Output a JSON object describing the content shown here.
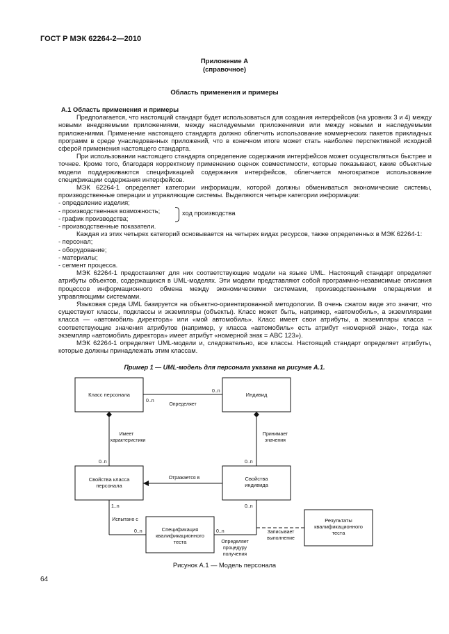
{
  "header": {
    "standard": "ГОСТ Р МЭК 62264-2—2010"
  },
  "appendix": {
    "title": "Приложение А",
    "subtitle": "(справочное)"
  },
  "section_title": "Область применения и примеры",
  "subsection_title": "А.1 Область применения и примеры",
  "paragraphs": {
    "p1": "Предполагается, что настоящий стандарт будет использоваться для создания интерфейсов (на уровнях 3 и 4) между новыми внедряемыми приложениями, между наследуемыми приложениями или между новыми и наследуемыми приложениями. Применение настоящего стандарта должно облегчить использование коммерческих пакетов прикладных программ в среде унаследованных приложений, что в конечном итоге может стать наиболее перспективной исходной сферой применения настоящего стандарта.",
    "p2": "При использовании настоящего стандарта определение содержания интерфейсов может осуществляться быстрее и точнее. Кроме того, благодаря корректному применению оценок совместимости, которые показывают, какие объектные модели поддерживаются спецификацией содержания интерфейсов, облегчается многократное использование спецификации содержания интерфейсов.",
    "p3": "МЭК 62264-1 определяет категории информации, которой должны обмениваться экономические системы, производственные операции и управляющие системы. Выделяются четыре категории информации:",
    "p4": "Каждая из этих четырех категорий основывается на четырех видах ресурсов, также определенных в МЭК 62264-1:",
    "p5": "МЭК 62264-1 предоставляет для них соответствующие модели на языке UML. Настоящий стандарт определяет атрибуты объектов, содержащихся в UML-моделях. Эти модели представляют собой программно-независимые описания процессов информационного обмена между экономическими системами, производственными операциями и управляющими системами.",
    "p6": "Языковая среда UML базируется на объектно-ориентированной методологии. В очень сжатом виде это значит, что существуют классы, подклассы и экземпляры (объекты). Класс может быть, например, «автомобиль», а экземплярами класса — «автомобиль директора» или «мой автомобиль». Класс имеет свои атрибуты, а экземпляры класса – соответствующие значения атрибутов (например, у класса «автомобиль» есть атрибут «номерной знак», тогда как экземпляр «автомобиль директора» имеет атрибут «номерной знак = АВС 123»).",
    "p7": "МЭК 62264-1 определяет UML-модели и, следовательно, все классы. Настоящий стандарт определяет атрибуты, которые должны принадлежать этим классам."
  },
  "list_categories": [
    "- определение изделия;",
    "- производственная возможность;",
    "- график производства;",
    "- производственные показатели."
  ],
  "bracket_label": "ход производства",
  "list_resources": [
    "- персонал;",
    "- оборудование;",
    "- материалы;",
    "- сегмент процесса."
  ],
  "example_caption": "Пример 1 — UML-модель для персонала указана на рисунке А.1.",
  "diagram": {
    "boxes": {
      "personnel_class": "Класс персонала",
      "person": "Индивид",
      "personnel_class_prop": [
        "Свойства класса",
        "персонала"
      ],
      "person_prop": [
        "Свойства",
        "индивида"
      ],
      "qual_spec": [
        "Спецификация",
        "квалификационного",
        "теста"
      ],
      "qual_result": [
        "Результаты",
        "квалификационного",
        "теста"
      ]
    },
    "labels": {
      "defines": "Определяет",
      "has_characteristics": [
        "Имеет",
        "характеристики"
      ],
      "has_values": [
        "Принимает",
        "значения"
      ],
      "maps_to": "Отражается в",
      "tested_by": "Испытано с",
      "defines_procedure": [
        "Определяет",
        "процедуру",
        "получения"
      ],
      "records_execution": [
        "Записывает",
        "выполнение"
      ]
    },
    "multiplicities": {
      "m_0n": "0..n",
      "m_1n": "1..n"
    }
  },
  "figure_caption": "Рисунок  А.1 — Модель персонала",
  "page_number": "64"
}
